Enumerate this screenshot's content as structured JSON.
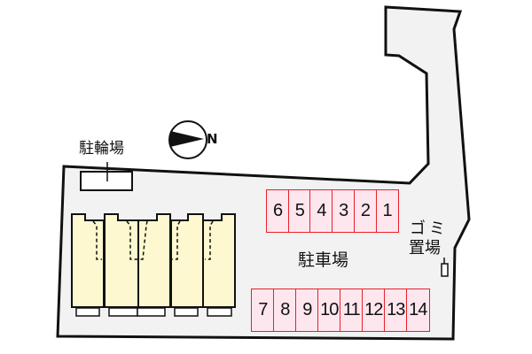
{
  "labels": {
    "bicycle_parking": "駐輪場",
    "car_parking": "駐車場",
    "garbage_line1": "ゴミ",
    "garbage_line2": "置場",
    "north": "N"
  },
  "parking_top": [
    "6",
    "5",
    "4",
    "3",
    "2",
    "1"
  ],
  "parking_bottom": [
    "7",
    "8",
    "9",
    "10",
    "11",
    "12",
    "13",
    "14"
  ],
  "colors": {
    "slot_fill": "#fde6ee",
    "slot_border": "#e8202a",
    "building": "#fdf8cf",
    "ground": "#f2f2f2"
  }
}
